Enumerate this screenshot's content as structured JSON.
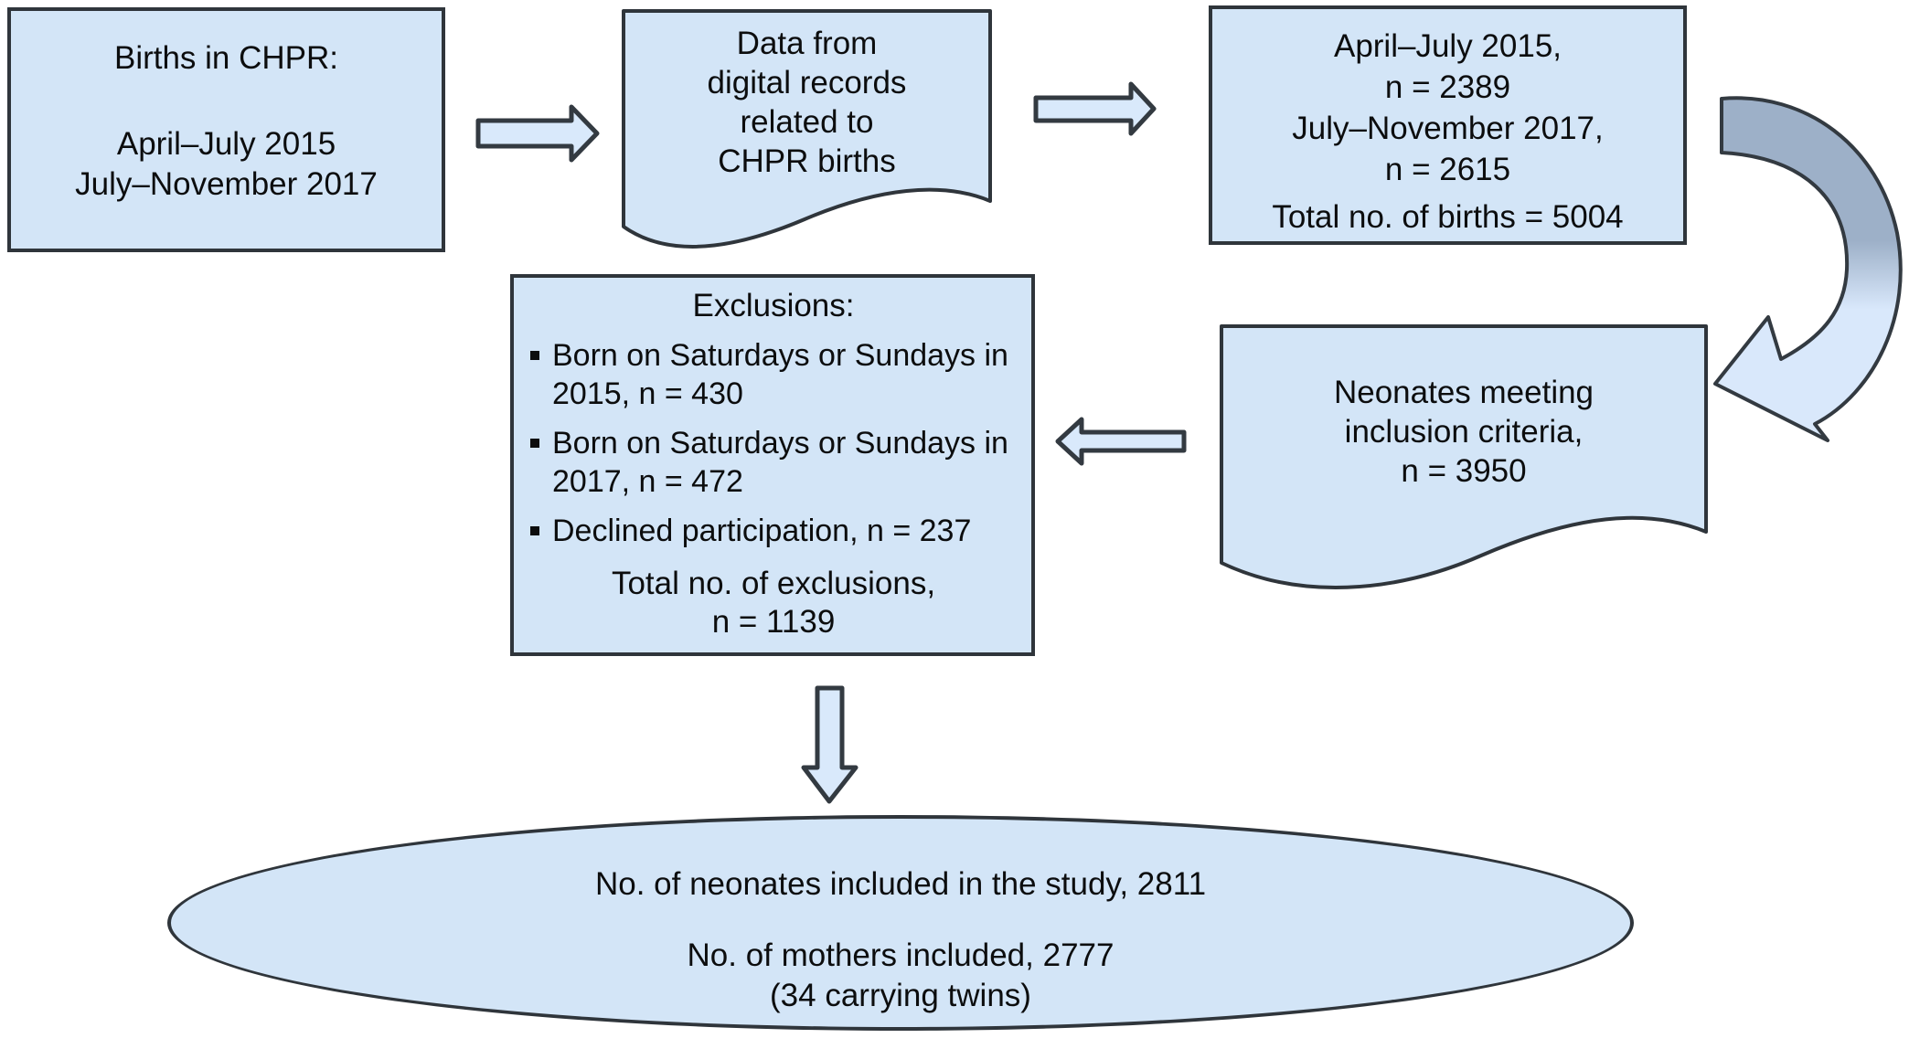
{
  "diagram": {
    "colors": {
      "node_fill": "#d3e5f7",
      "node_border": "#2f353b",
      "arrow_fill": "#d9e9fb",
      "arrow_border": "#333a41",
      "curve_dark": "#9db0c8",
      "curve_light": "#d9e8fb",
      "ink": "#0c0d0e"
    },
    "nodes": {
      "births": {
        "title": "Births in CHPR:",
        "period1": "April–July 2015",
        "period2": "July–November 2017"
      },
      "records": {
        "line1": "Data from",
        "line2": "digital records",
        "line3": "related to",
        "line4": "CHPR births"
      },
      "counts": {
        "period1": "April–July 2015,",
        "n1": "n = 2389",
        "period2": "July–November 2017,",
        "n2": "n = 2615",
        "total": "Total no. of births = 5004"
      },
      "inclusion": {
        "line1": "Neonates meeting",
        "line2": "inclusion criteria,",
        "line3": "n = 3950"
      },
      "exclusions": {
        "title": "Exclusions:",
        "bullets": [
          "Born on Saturdays or Sundays in 2015, n = 430",
          "Born on Saturdays or Sundays in 2017, n = 472",
          "Declined participation, n = 237"
        ],
        "total_line1": "Total no. of exclusions,",
        "total_line2": "n = 1139"
      },
      "result": {
        "line1": "No. of neonates included in the study, 2811",
        "line2": "No. of mothers included, 2777",
        "line3": "(34 carrying twins)"
      }
    }
  }
}
